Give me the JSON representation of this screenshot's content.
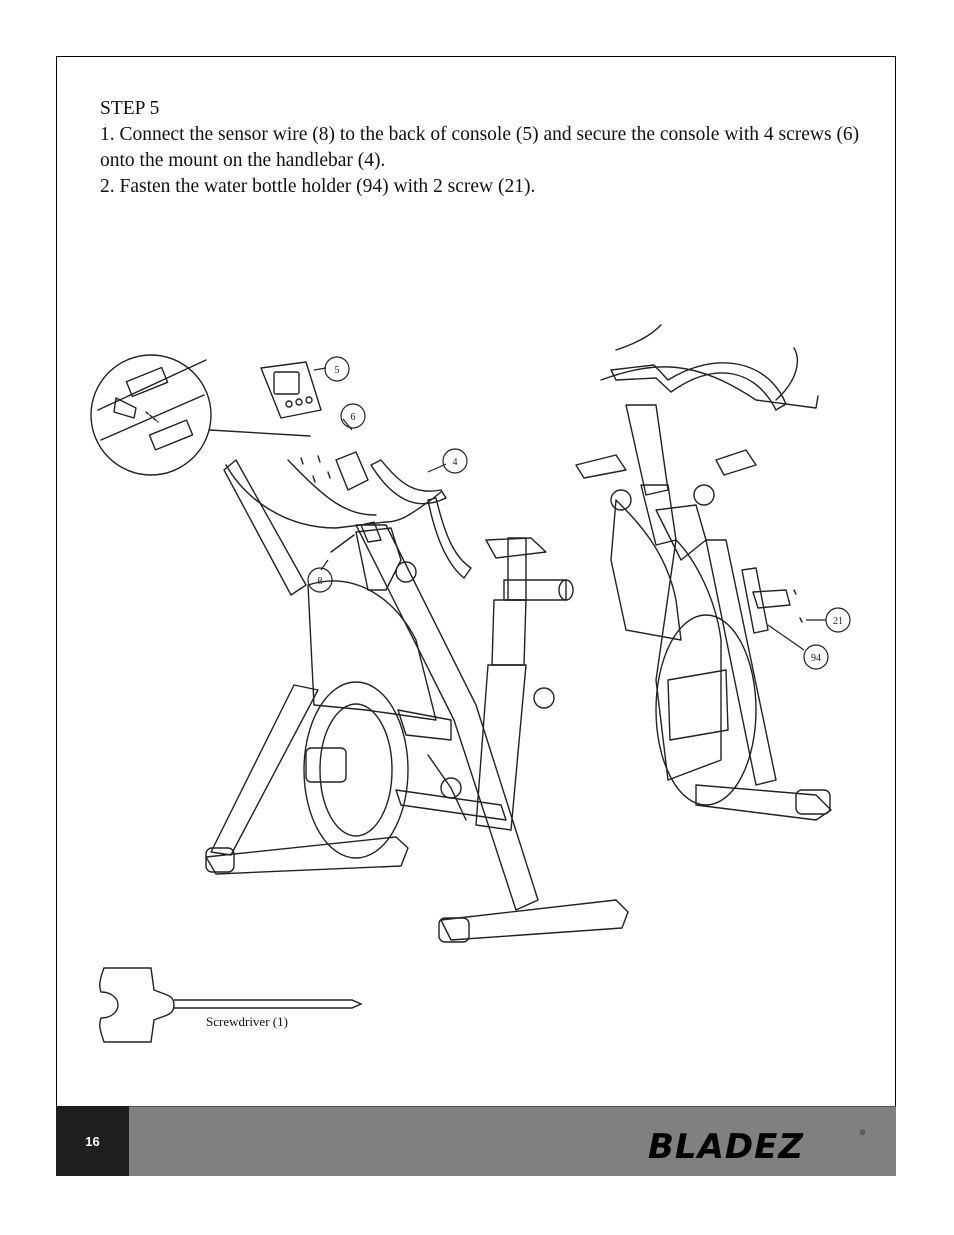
{
  "step": {
    "title": "STEP 5",
    "line1": "1. Connect the sensor wire (8) to the back of console (5) and secure the console with 4 screws (6) onto the mount on the handlebar (4).",
    "line2": "2.  Fasten the water bottle holder (94) with 2 screw (21)."
  },
  "callouts": {
    "c5": "5",
    "c6": "6",
    "c4": "4",
    "c8": "8",
    "c21": "21",
    "c94": "94"
  },
  "tool": {
    "label": "Screwdriver (1)"
  },
  "footer": {
    "page_number": "16",
    "brand": "BLADEZ",
    "brand_mark": "®"
  }
}
